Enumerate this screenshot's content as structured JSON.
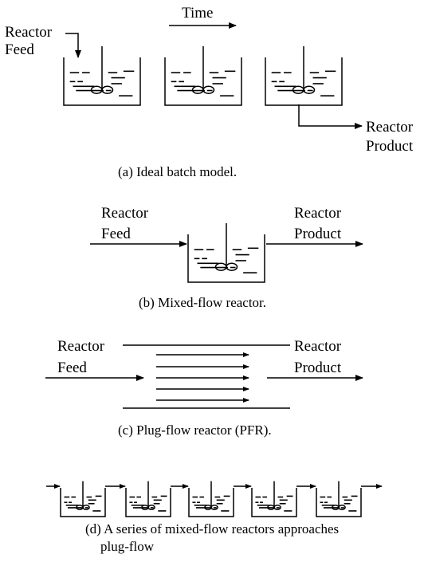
{
  "panel_a": {
    "time_label": "Time",
    "feed_label_1": "Reactor",
    "feed_label_2": "Feed",
    "product_label_1": "Reactor",
    "product_label_2": "Product",
    "caption": "(a) Ideal batch model."
  },
  "panel_b": {
    "feed_label_1": "Reactor",
    "feed_label_2": "Feed",
    "product_label_1": "Reactor",
    "product_label_2": "Product",
    "caption": "(b) Mixed-flow reactor."
  },
  "panel_c": {
    "feed_label_1": "Reactor",
    "feed_label_2": "Feed",
    "product_label_1": "Reactor",
    "product_label_2": "Product",
    "caption": "(c) Plug-flow reactor (PFR)."
  },
  "panel_d": {
    "caption_line_1": "(d) A series of mixed-flow reactors approaches",
    "caption_line_2": "plug-flow"
  }
}
